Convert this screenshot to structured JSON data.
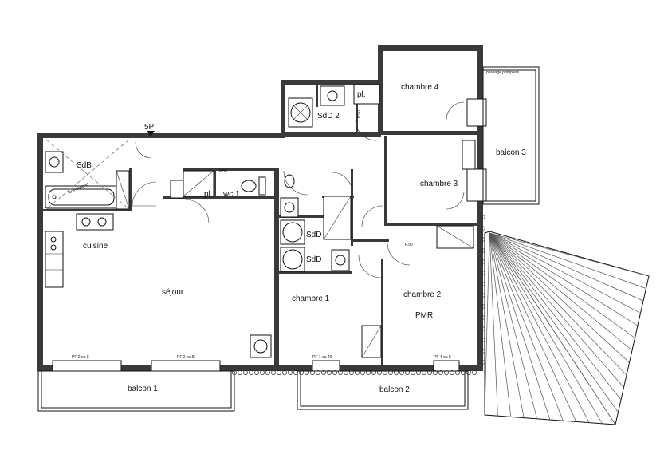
{
  "rooms": {
    "sdb": "SdB",
    "sdd2": "SdD 2",
    "chambre4": "chambre 4",
    "wc1": "wc 1",
    "pl_wc": "pl.",
    "pl_top": "pl.",
    "cuisine": "cuisine",
    "sejour": "séjour",
    "chambre3": "chambre 3",
    "sdd_a": "SdD",
    "sdd_b": "SdD",
    "chambre1": "chambre 1",
    "chambre2": "chambre 2",
    "pmr": "PMR",
    "balcon1": "balcon 1",
    "balcon2": "balcon 2",
    "balcon3": "balcon 3"
  },
  "annotations": {
    "entry": "5P",
    "faux_plafond": "faux-plafond",
    "passage_pompiers": "passage pompiers"
  },
  "door_tags": {
    "p80": "P.80",
    "p90": "P.90",
    "p90_r": "P.90"
  },
  "window_tags": {
    "w1": "PF 2 ou 8",
    "w2": "PF 2 ou 8",
    "w3": "PF 1 ou 40",
    "w4": "PF 4 ou 8"
  },
  "colors": {
    "wall": "#3a3a3a",
    "line": "#111111",
    "hatch": "#555555"
  }
}
